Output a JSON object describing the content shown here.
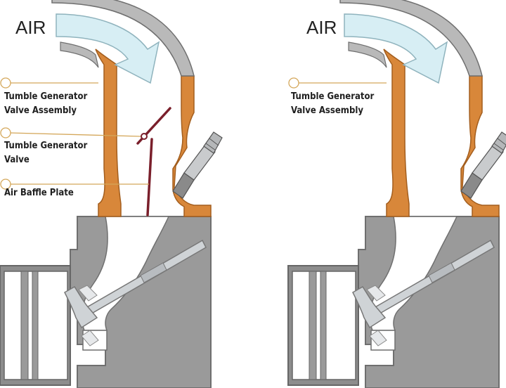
{
  "colors": {
    "runner": "#d8873a",
    "runner_edge": "#a35e1e",
    "head": "#9a9a9a",
    "head_edge": "#6f6f6f",
    "port": "#cfd3d6",
    "arrow_fill": "#d7eef4",
    "arrow_edge": "#8fb3bd",
    "valve_red": "#7a1f2b",
    "leader": "#d4a75a"
  },
  "left_panel": {
    "air_label": "AIR",
    "callouts": [
      {
        "line1": "Tumble Generator",
        "line2": "Valve Assembly"
      },
      {
        "line1": "Tumble Generator",
        "line2": "Valve"
      },
      {
        "line1": "Air Baffle Plate",
        "line2": ""
      }
    ]
  },
  "right_panel": {
    "air_label": "AIR",
    "callouts": [
      {
        "line1": "Tumble Generator",
        "line2": "Valve Assembly"
      }
    ]
  }
}
